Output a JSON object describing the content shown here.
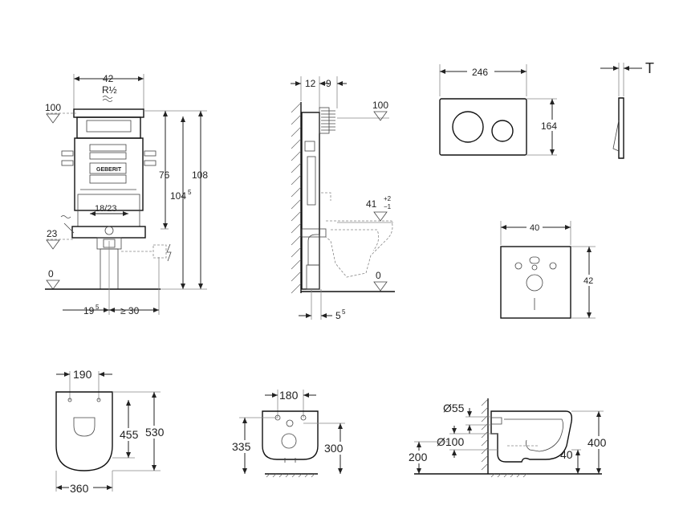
{
  "frame_view": {
    "width": "42",
    "flush_symbol": "R½",
    "level_top": "100",
    "level_mid": "23",
    "level_floor": "0",
    "inner_width": "18/23",
    "height_76": "76",
    "height_104": "104",
    "height_104_sup": "5",
    "height_108": "108",
    "offset_19": "19",
    "offset_19_sup": "5",
    "offset_30": "≥ 30",
    "brand": "GEBERIT"
  },
  "side_view": {
    "depth_12": "12",
    "depth_9": "9",
    "level_top": "100",
    "level_bowl": "41",
    "level_bowl_tol_plus": "+2",
    "level_bowl_tol_minus": "−1",
    "level_floor": "0",
    "offset_5": "5",
    "offset_5_sup": "5"
  },
  "flush_plate": {
    "width": "246",
    "height": "164",
    "thickness": "T"
  },
  "access_panel": {
    "width": "40",
    "height": "42"
  },
  "wc_top": {
    "hole_spacing": "190",
    "depth_455": "455",
    "depth_530": "530",
    "width": "360"
  },
  "wc_back": {
    "hole_spacing": "180",
    "height_335": "335",
    "height_300": "300"
  },
  "wc_side": {
    "inlet_dia": "Ø55",
    "outlet_dia": "Ø100",
    "outlet_height": "200",
    "height": "400",
    "offset": "40"
  },
  "icons": [
    "water-flush-icon",
    "electric-socket-icon",
    "level-triangle-icon"
  ]
}
